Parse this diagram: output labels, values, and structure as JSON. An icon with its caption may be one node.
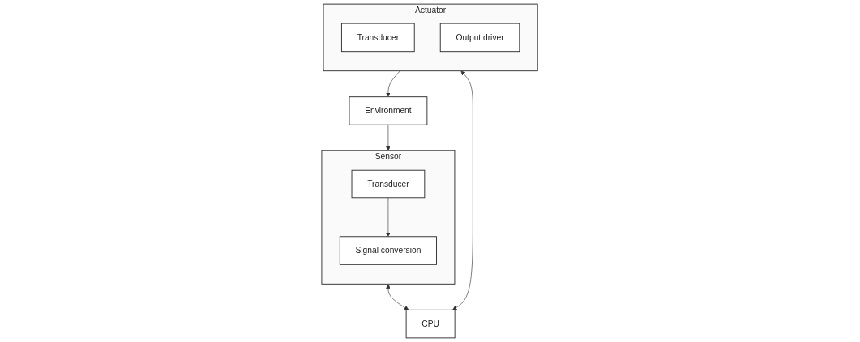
{
  "diagram": {
    "nodes": [
      {
        "text": [
          "Environment"
        ]
      },
      {
        "text": [
          "Sensor"
        ]
      },
      {
        "text": [
          "Transducer"
        ],
        "in": 1
      },
      {
        "text": [
          "Signal conversion"
        ],
        "in": 1
      },
      {
        "text": [
          "CPU"
        ]
      },
      {
        "text": [
          "Actuator"
        ]
      },
      {
        "text": [
          "Transducer"
        ],
        "in": 5
      },
      {
        "text": [
          "Output driver"
        ],
        "in": 5
      }
    ],
    "edges": [
      {
        "from": 0,
        "to": 1,
        "arrow": "to"
      },
      {
        "from": 2,
        "to": 3,
        "arrow": "to"
      },
      {
        "from": 1,
        "to": 4,
        "arrow": "both"
      },
      {
        "from": 4,
        "to": 5,
        "arrow": "both"
      },
      {
        "from": 5,
        "to": 0,
        "arrow": "to"
      }
    ]
  }
}
